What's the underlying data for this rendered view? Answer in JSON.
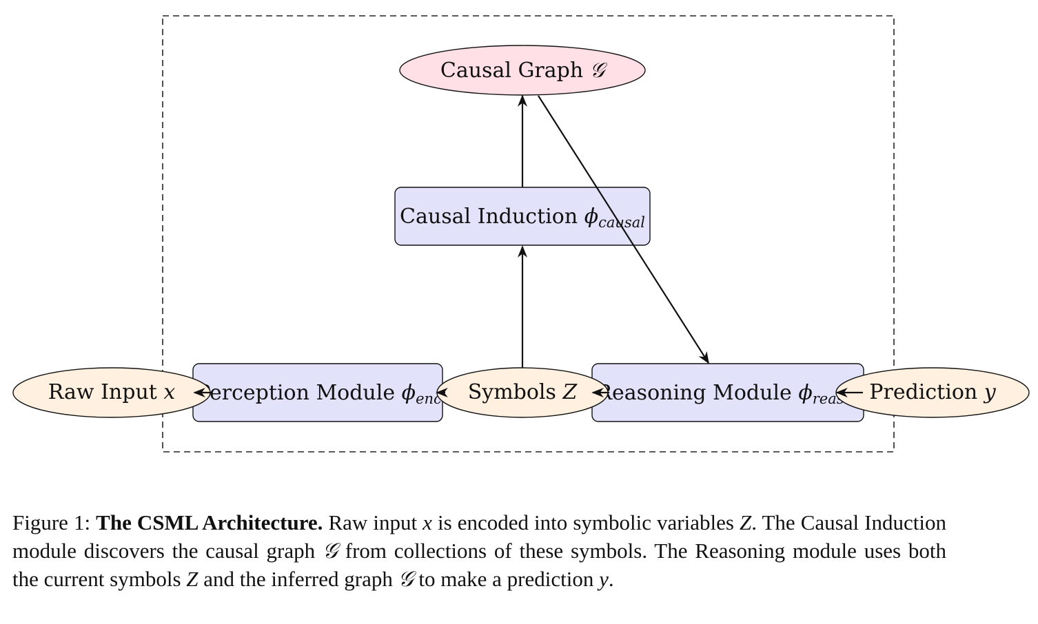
{
  "nodes": {
    "causal_graph": {
      "text": "Causal Graph ",
      "math": "𝒢",
      "fill": "#ffe0e6"
    },
    "causal_induction": {
      "text": "Causal Induction ",
      "math": "ϕ",
      "sub": "causal",
      "fill": "#e2e2fb"
    },
    "raw_input": {
      "text": "Raw Input ",
      "math": "x",
      "fill": "#fff0e0"
    },
    "perception": {
      "text": "Perception Module ",
      "math": "ϕ",
      "sub": "enc",
      "fill": "#e2e2fb"
    },
    "symbols": {
      "text": "Symbols ",
      "math": "Z",
      "fill": "#fff0e0"
    },
    "reasoning": {
      "text": "Reasoning Module ",
      "math": "ϕ",
      "sub": "reas",
      "fill": "#e2e2fb"
    },
    "prediction": {
      "text": "Prediction ",
      "math": "y",
      "fill": "#fff0e0"
    }
  },
  "caption": {
    "prefix": "Figure 1: ",
    "title": "The CSML Architecture.",
    "s1a": "Raw input ",
    "x": "x",
    "s1b": " is encoded into symbolic variables ",
    "Z1": "Z",
    "s1c": ". The Causal Induction module discovers the causal graph ",
    "G1": "𝒢",
    "s2": " from collections of these symbols. The Reasoning module uses both the current symbols ",
    "Z2": "Z",
    "s3": " and the inferred graph ",
    "G2": "𝒢",
    "s4": " to make a prediction ",
    "y": "y",
    "end": "."
  }
}
